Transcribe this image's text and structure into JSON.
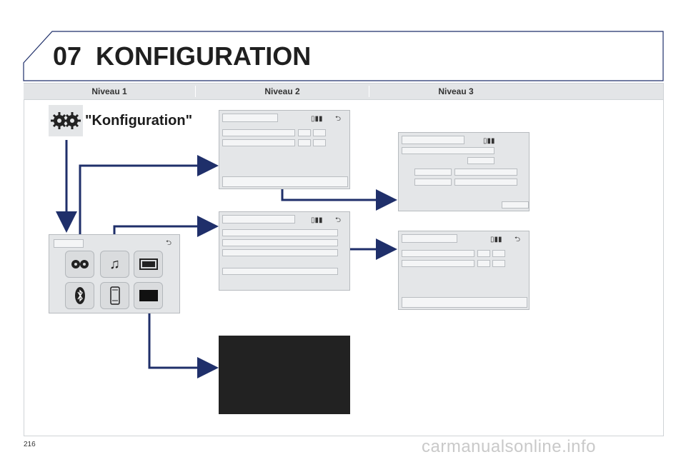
{
  "chapter": {
    "number": "07",
    "title": "KONFIGURATION"
  },
  "levels": [
    "Niveau 1",
    "Niveau 2",
    "Niveau 3"
  ],
  "label": "\"Konfiguration\"",
  "page_number": "216",
  "watermark": "carmanualsonline.info",
  "colors": {
    "accent_line": "#1f2f6a",
    "header_bar": "#e3e5e7",
    "screen_bg": "#e4e6e8"
  },
  "icons": [
    "gears-icon",
    "music-note-icon",
    "display-icon",
    "bluetooth-icon",
    "phone-icon",
    "back-arrow-icon"
  ]
}
